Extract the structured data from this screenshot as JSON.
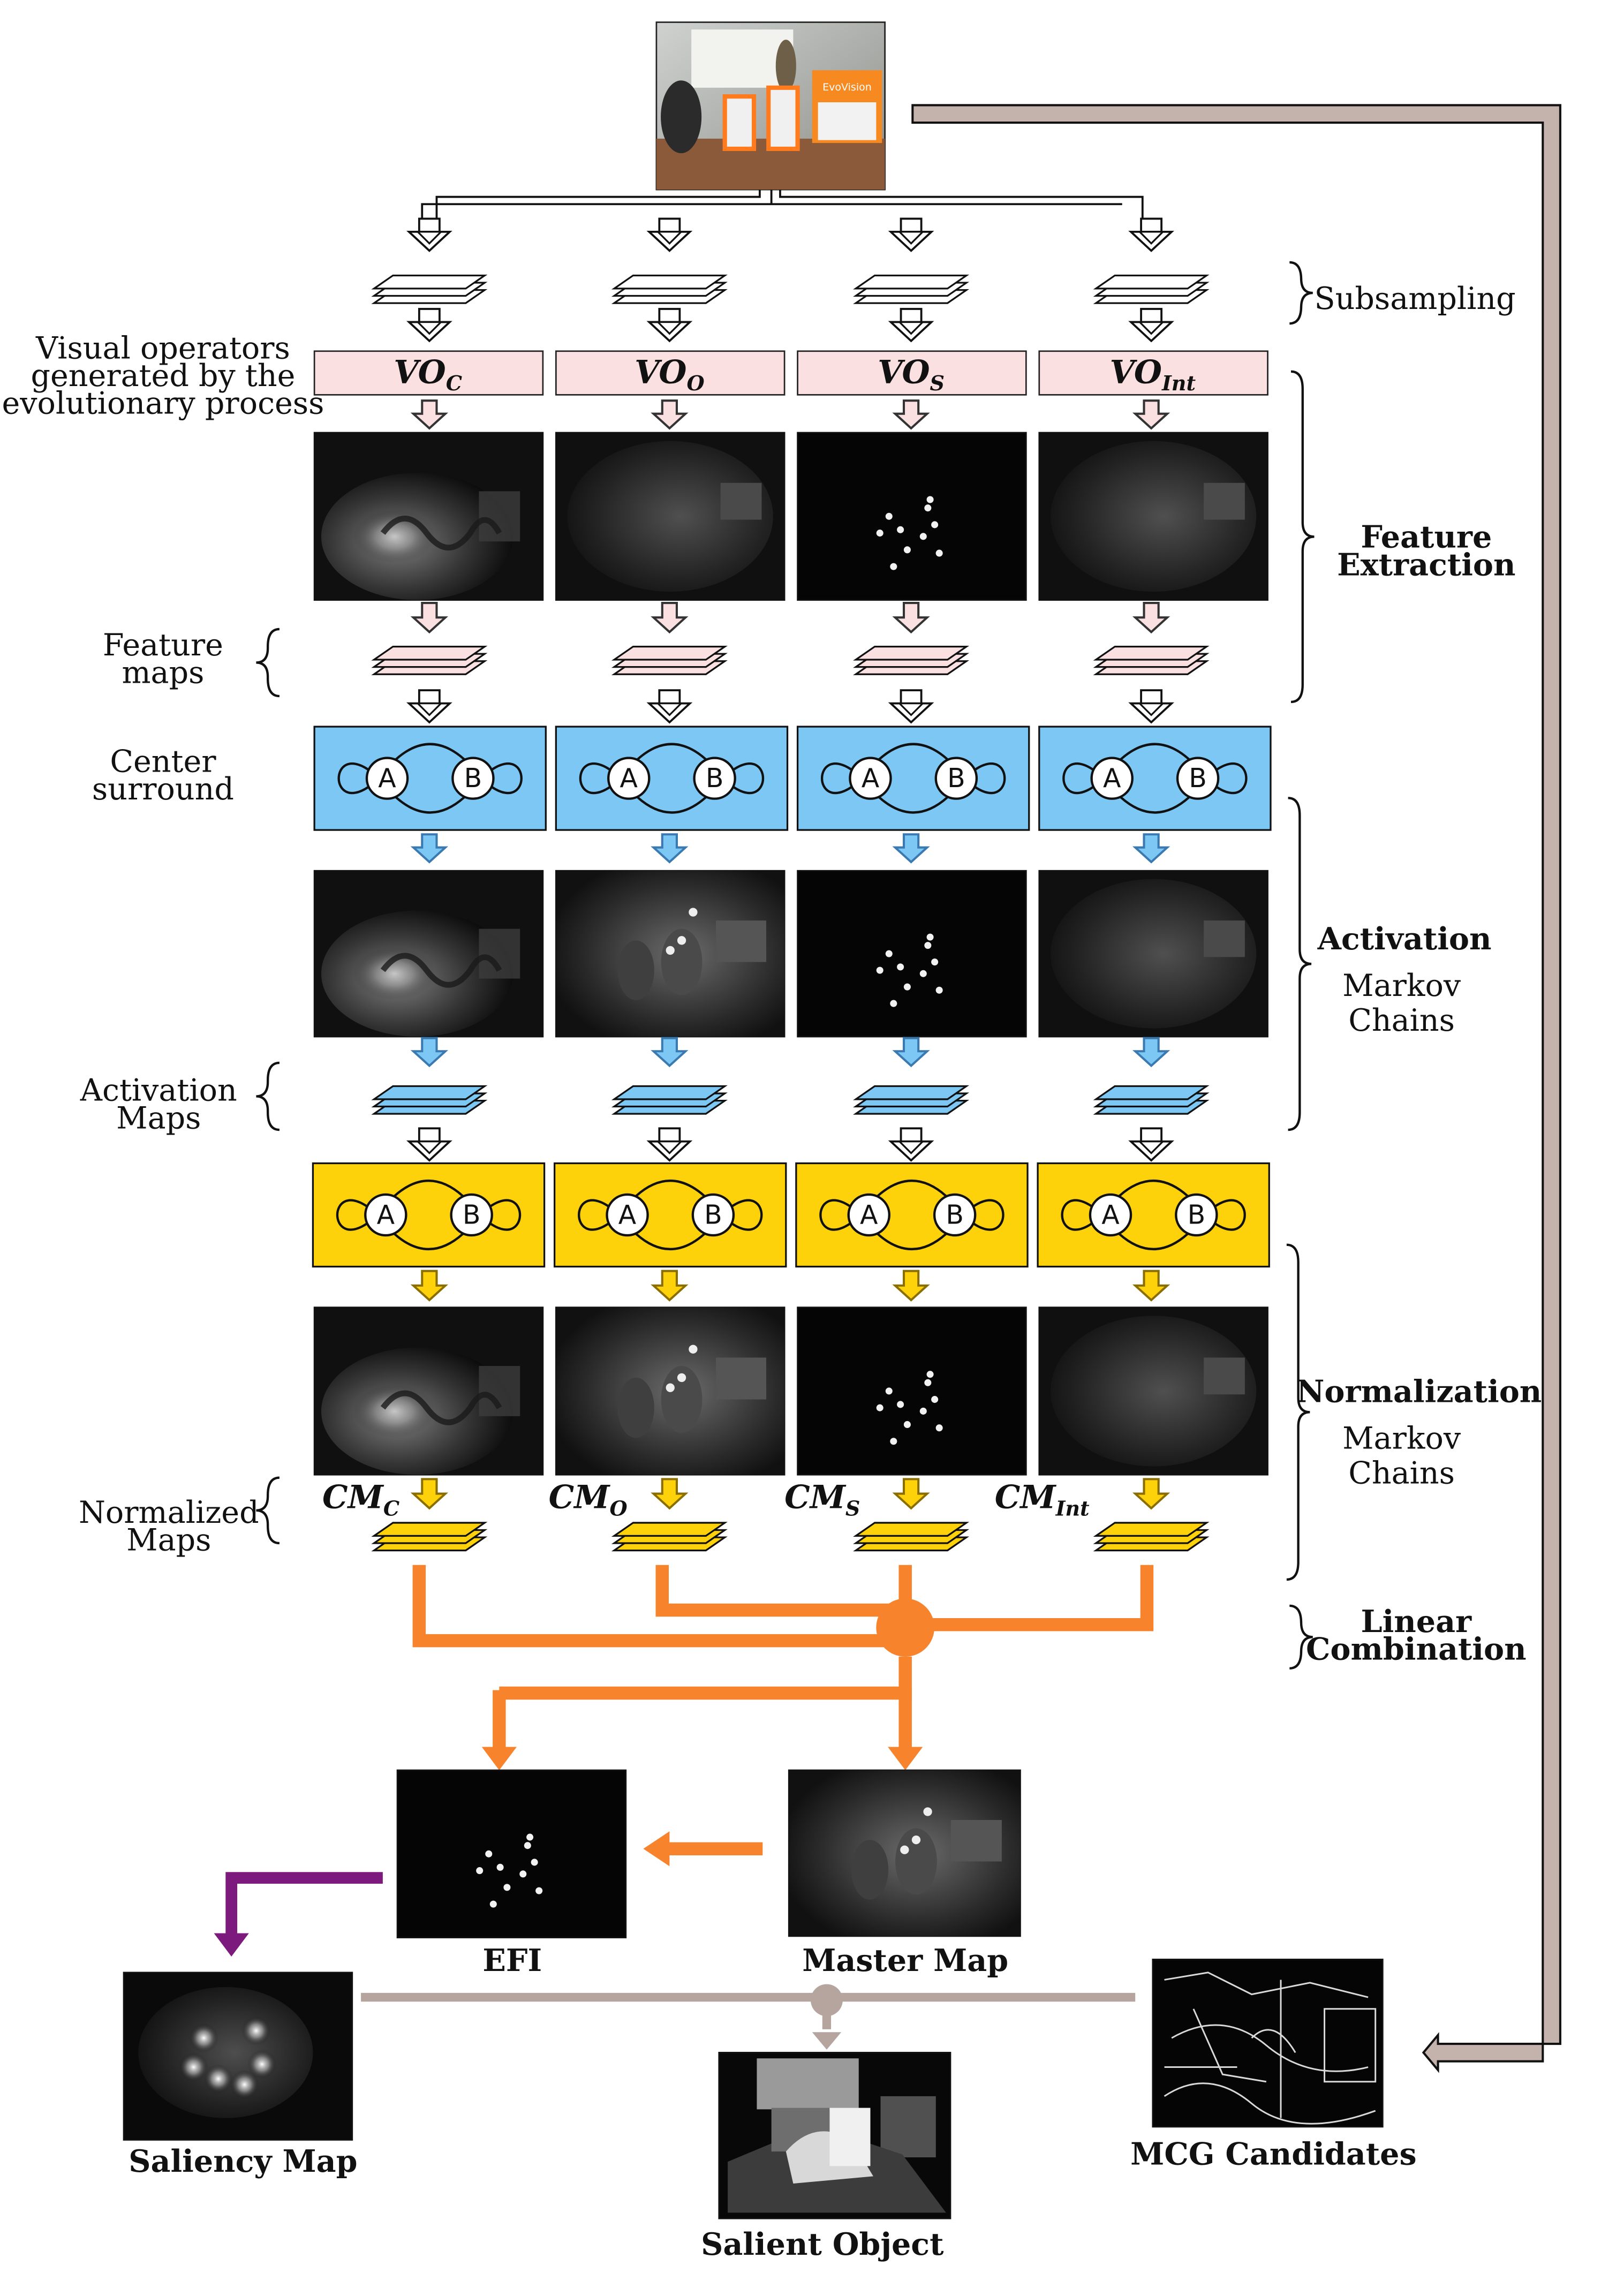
{
  "colors": {
    "pink": "#fbe0e2",
    "blue": "#7dc7f4",
    "gold": "#fdd20a",
    "orange": "#f7842d",
    "purple": "#7d1a7e",
    "taupe": "#b6a49e",
    "taupe_fill": "#c4b3ad"
  },
  "labels": {
    "subsampling": "Subsampling",
    "visual_operators": [
      "Visual operators",
      "generated by the",
      "evolutionary process"
    ],
    "feature_extraction": [
      "Feature",
      "Extraction"
    ],
    "feature_maps": [
      "Feature",
      "maps"
    ],
    "center_surround": [
      "Center",
      "surround"
    ],
    "activation": "Activation",
    "activation_markov": [
      "Markov",
      "Chains"
    ],
    "activation_maps": [
      "Activation",
      "Maps"
    ],
    "normalization": "Normalization",
    "normalization_markov": [
      "Markov",
      "Chains"
    ],
    "normalized_maps": [
      "Normalized",
      "Maps"
    ],
    "linear_combination": [
      "Linear",
      "Combination"
    ],
    "efi": "EFI",
    "master_map": "Master Map",
    "saliency_map": "Saliency Map",
    "salient_object": "Salient Object",
    "mcg_candidates": "MCG Candidates"
  },
  "columns": [
    {
      "vo_base": "VO",
      "vo_sub": "C",
      "cm_base": "CM",
      "cm_sub": "C"
    },
    {
      "vo_base": "VO",
      "vo_sub": "O",
      "cm_base": "CM",
      "cm_sub": "O"
    },
    {
      "vo_base": "VO",
      "vo_sub": "S",
      "cm_base": "CM",
      "cm_sub": "S"
    },
    {
      "vo_base": "VO",
      "vo_sub": "Int",
      "cm_base": "CM",
      "cm_sub": "Int"
    }
  ],
  "markov_nodes": [
    "A",
    "B"
  ],
  "input_image": {
    "sign_text": "EvoVision"
  }
}
